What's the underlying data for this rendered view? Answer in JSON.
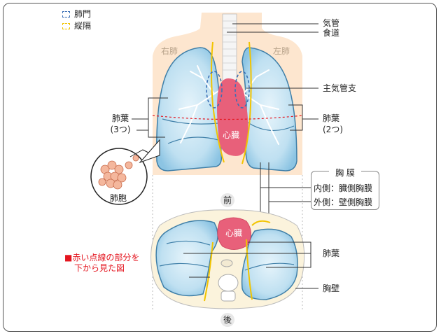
{
  "legend": [
    {
      "label": "肺門",
      "color": "#3a6fb5"
    },
    {
      "label": "縦隔",
      "color": "#f2c400"
    }
  ],
  "top_view": {
    "right_lung": "右肺",
    "left_lung": "左肺",
    "heart": "心臓",
    "alveoli": "肺胞",
    "lobes_right": {
      "title": "肺葉",
      "count": "(3つ)"
    },
    "lobes_left": {
      "title": "肺葉",
      "count": "(2つ)"
    },
    "trachea": "気管",
    "esophagus": "食道",
    "main_bronchus": "主気管支"
  },
  "pleura": {
    "title": "胸 膜",
    "inner": "内側：臓側胸膜",
    "outer": "外側：壁側胸膜"
  },
  "orientation": {
    "front": "前",
    "back": "後"
  },
  "cross_section": {
    "heart": "心臓",
    "lobes": "肺葉",
    "chest_wall": "胸壁",
    "note_line1": "■赤い点線の部分を",
    "note_line2": "下から見た図"
  },
  "colors": {
    "body": "#fde6cf",
    "lung_fill": "#a8d4ec",
    "lung_edge": "#3f7fa8",
    "heart": "#e8607a",
    "note_red": "#e4151f",
    "hilum": "#3a6fb5",
    "mediastinum": "#f2c400"
  }
}
